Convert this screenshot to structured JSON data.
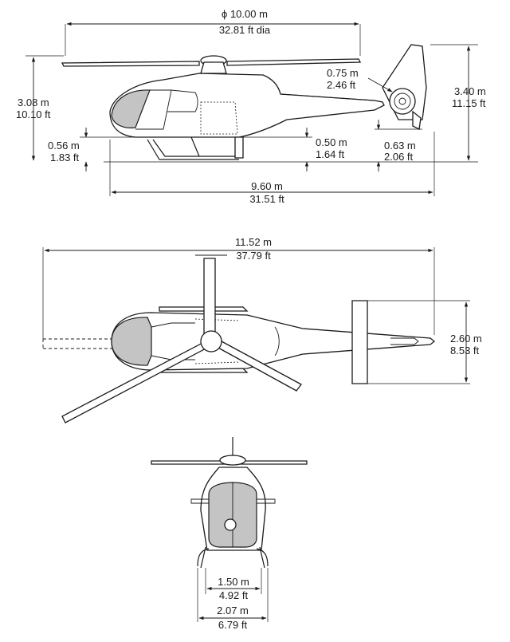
{
  "side_view": {
    "rotor_diameter": {
      "symbol": "ϕ",
      "metric": "10.00 m",
      "imperial": "32.81 ft dia"
    },
    "height_to_rotor_hub": {
      "metric": "3.08 m",
      "imperial": "10.10 ft"
    },
    "ground_clearance_fuselage": {
      "metric": "0.56 m",
      "imperial": "1.83 ft"
    },
    "skid_height": {
      "metric": "0.50 m",
      "imperial": "1.64 ft"
    },
    "fenestron_offset": {
      "metric": "0.75 m",
      "imperial": "2.46 ft"
    },
    "overall_height": {
      "metric": "3.40 m",
      "imperial": "11.15 ft"
    },
    "tail_clearance": {
      "metric": "0.63 m",
      "imperial": "2.06 ft"
    },
    "fuselage_length": {
      "metric": "9.60 m",
      "imperial": "31.51 ft"
    }
  },
  "top_view": {
    "overall_length": {
      "metric": "11.52 m",
      "imperial": "37.79 ft"
    },
    "stabilizer_span": {
      "metric": "2.60 m",
      "imperial": "8.53 ft"
    }
  },
  "front_view": {
    "skid_inner_width": {
      "metric": "1.50 m",
      "imperial": "4.92 ft"
    },
    "skid_outer_width": {
      "metric": "2.07 m",
      "imperial": "6.79 ft"
    }
  }
}
